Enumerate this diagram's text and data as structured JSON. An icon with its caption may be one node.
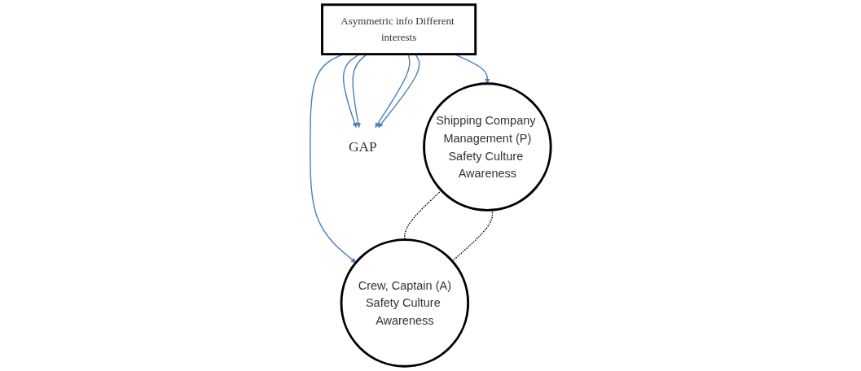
{
  "diagram": {
    "nodes": [
      {
        "text": [
          "Shipping Company Management (P)",
          "Safety Culture Awareness"
        ]
      },
      {
        "text": [
          "Asymmetric info Different interests"
        ]
      },
      {
        "text": [
          "Crew, Captain (A)",
          "Safety Culture Awareness"
        ]
      },
      {
        "text": [
          "GAP"
        ]
      }
    ],
    "edges": [
      {
        "from": 1,
        "to": 0,
        "arrow": "to",
        "color": "#4f81bd"
      },
      {
        "from": 1,
        "to": 2,
        "arrow": "to",
        "color": "#4f81bd"
      },
      {
        "from": 1,
        "to": 3,
        "arrow": "to",
        "color": "#4f81bd"
      },
      {
        "from": 1,
        "to": 3,
        "arrow": "to",
        "color": "#4f81bd"
      },
      {
        "from": 1,
        "to": 3,
        "arrow": "to",
        "color": "#4f81bd"
      },
      {
        "from": 1,
        "to": 3,
        "arrow": "to",
        "color": "#4f81bd"
      },
      {
        "from": 0,
        "to": 2,
        "arrow": "none",
        "style": "dashed",
        "color": "#000000"
      },
      {
        "from": 0,
        "to": 2,
        "arrow": "none",
        "style": "dashed",
        "color": "#000000"
      }
    ]
  }
}
